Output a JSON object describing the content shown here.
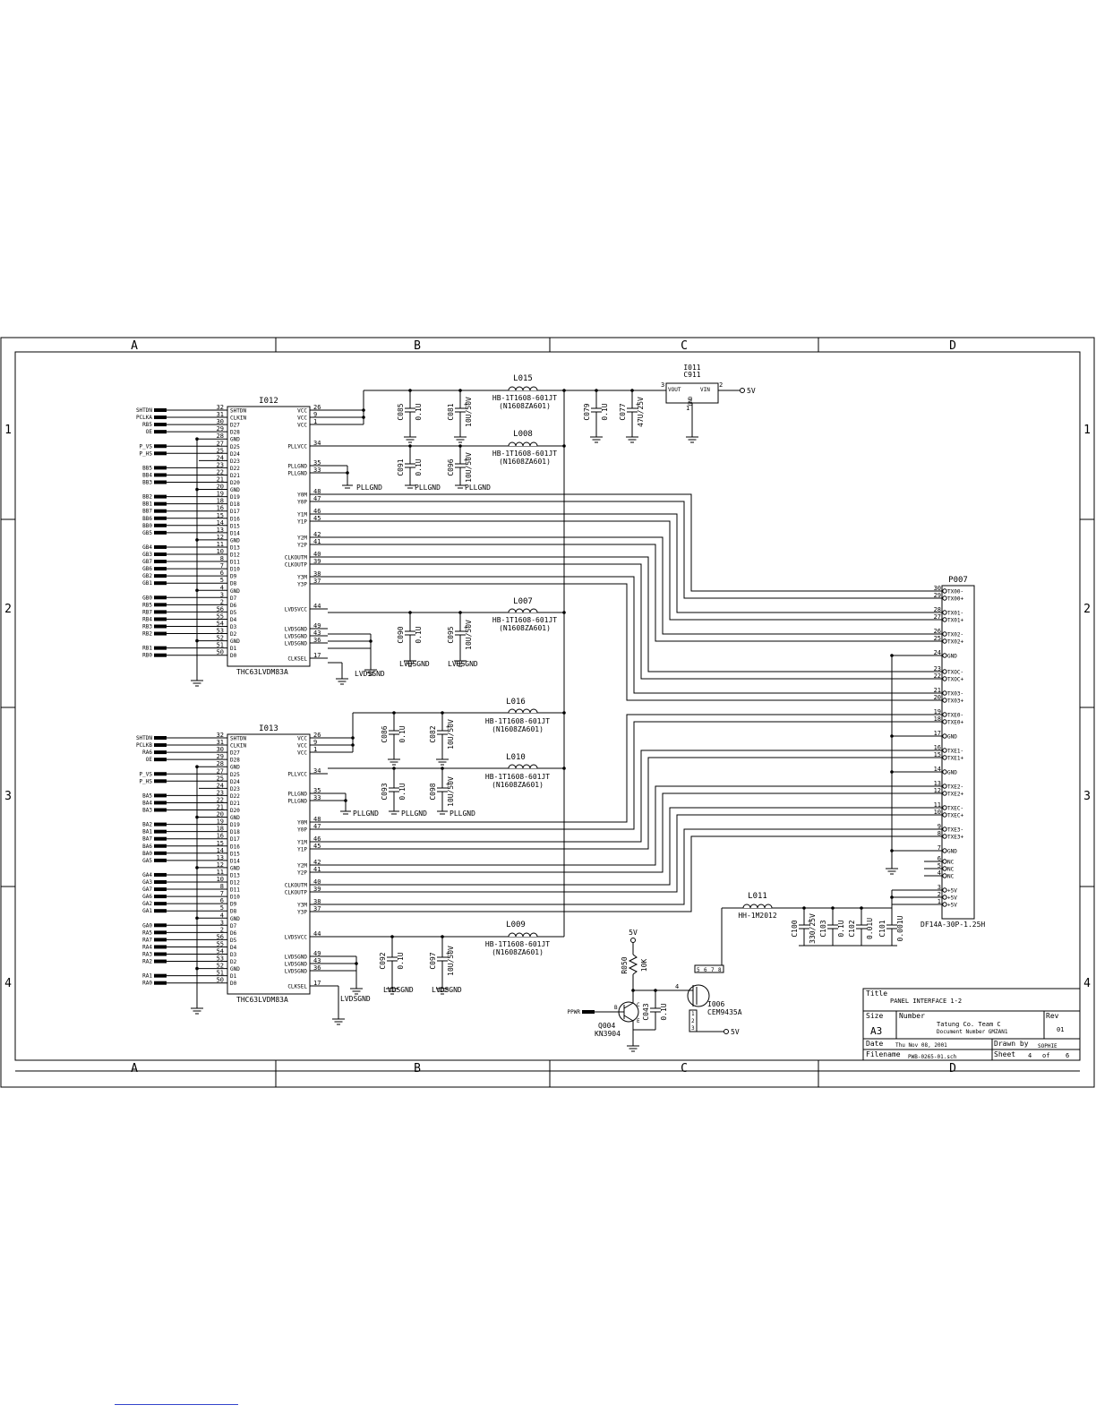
{
  "zones_top": [
    "A",
    "B",
    "C",
    "D"
  ],
  "zones_side": [
    "1",
    "2",
    "3",
    "4"
  ],
  "u1": {
    "ref": "I012",
    "part": "THC63LVDM83A",
    "left_pins": [
      {
        "net": "SHTDN",
        "num": "32",
        "name": "SHTDN"
      },
      {
        "net": "PCLKA",
        "num": "31",
        "name": "CLKIN"
      },
      {
        "net": "RB5",
        "num": "30",
        "name": "D27"
      },
      {
        "net": "OE",
        "num": "29",
        "name": "D28"
      },
      {
        "net": "",
        "num": "28",
        "name": "GND"
      },
      {
        "net": "P_VS",
        "num": "27",
        "name": "D25"
      },
      {
        "net": "P_HS",
        "num": "25",
        "name": "D24"
      },
      {
        "net": "",
        "num": "24",
        "name": "D23"
      },
      {
        "net": "BB5",
        "num": "23",
        "name": "D22"
      },
      {
        "net": "BB4",
        "num": "22",
        "name": "D21"
      },
      {
        "net": "BB3",
        "num": "21",
        "name": "D20"
      },
      {
        "net": "",
        "num": "20",
        "name": "GND"
      },
      {
        "net": "BB2",
        "num": "19",
        "name": "D19"
      },
      {
        "net": "BB1",
        "num": "18",
        "name": "D18"
      },
      {
        "net": "BB7",
        "num": "16",
        "name": "D17"
      },
      {
        "net": "BB6",
        "num": "15",
        "name": "D16"
      },
      {
        "net": "BB0",
        "num": "14",
        "name": "D15"
      },
      {
        "net": "GB5",
        "num": "13",
        "name": "D14"
      },
      {
        "net": "",
        "num": "12",
        "name": "GND"
      },
      {
        "net": "GB4",
        "num": "11",
        "name": "D13"
      },
      {
        "net": "GB3",
        "num": "10",
        "name": "D12"
      },
      {
        "net": "GB7",
        "num": "8",
        "name": "D11"
      },
      {
        "net": "GB6",
        "num": "7",
        "name": "D10"
      },
      {
        "net": "GB2",
        "num": "6",
        "name": "D9"
      },
      {
        "net": "GB1",
        "num": "5",
        "name": "D8"
      },
      {
        "net": "",
        "num": "4",
        "name": "GND"
      },
      {
        "net": "GB0",
        "num": "3",
        "name": "D7"
      },
      {
        "net": "RB5",
        "num": "2",
        "name": "D6"
      },
      {
        "net": "RB7",
        "num": "56",
        "name": "D5"
      },
      {
        "net": "RB4",
        "num": "55",
        "name": "D4"
      },
      {
        "net": "RB3",
        "num": "54",
        "name": "D3"
      },
      {
        "net": "RB2",
        "num": "53",
        "name": "D2"
      },
      {
        "net": "",
        "num": "52",
        "name": "GND"
      },
      {
        "net": "RB1",
        "num": "51",
        "name": "D1"
      },
      {
        "net": "RB0",
        "num": "50",
        "name": "D0"
      }
    ],
    "right_pins": [
      {
        "num": "26",
        "name": "VCC"
      },
      {
        "num": "9",
        "name": "VCC"
      },
      {
        "num": "1",
        "name": "VCC"
      },
      {
        "num": "34",
        "name": "PLLVCC"
      },
      {
        "num": "35",
        "name": "PLLGND"
      },
      {
        "num": "33",
        "name": "PLLGND"
      },
      {
        "num": "48",
        "name": "Y0M"
      },
      {
        "num": "47",
        "name": "Y0P"
      },
      {
        "num": "46",
        "name": "Y1M"
      },
      {
        "num": "45",
        "name": "Y1P"
      },
      {
        "num": "42",
        "name": "Y2M"
      },
      {
        "num": "41",
        "name": "Y2P"
      },
      {
        "num": "40",
        "name": "CLKOUTM"
      },
      {
        "num": "39",
        "name": "CLKOUTP"
      },
      {
        "num": "38",
        "name": "Y3M"
      },
      {
        "num": "37",
        "name": "Y3P"
      },
      {
        "num": "44",
        "name": "LVDSVCC"
      },
      {
        "num": "49",
        "name": "LVDSGND"
      },
      {
        "num": "43",
        "name": "LVDSGND"
      },
      {
        "num": "36",
        "name": "LVDSGND"
      },
      {
        "num": "17",
        "name": "CLKSEL"
      }
    ]
  },
  "u2": {
    "ref": "I013",
    "part": "THC63LVDM83A",
    "left_pins": [
      {
        "net": "SHTDN",
        "num": "32",
        "name": "SHTDN"
      },
      {
        "net": "PCLKB",
        "num": "31",
        "name": "CLKIN"
      },
      {
        "net": "RA6",
        "num": "30",
        "name": "D27"
      },
      {
        "net": "OE",
        "num": "29",
        "name": "D28"
      },
      {
        "net": "",
        "num": "28",
        "name": "GND"
      },
      {
        "net": "P_VS",
        "num": "27",
        "name": "D25"
      },
      {
        "net": "P_HS",
        "num": "25",
        "name": "D24"
      },
      {
        "net": "",
        "num": "24",
        "name": "D23"
      },
      {
        "net": "BA5",
        "num": "23",
        "name": "D22"
      },
      {
        "net": "BA4",
        "num": "22",
        "name": "D21"
      },
      {
        "net": "BA3",
        "num": "21",
        "name": "D20"
      },
      {
        "net": "",
        "num": "20",
        "name": "GND"
      },
      {
        "net": "BA2",
        "num": "19",
        "name": "D19"
      },
      {
        "net": "BA1",
        "num": "18",
        "name": "D18"
      },
      {
        "net": "BA7",
        "num": "16",
        "name": "D17"
      },
      {
        "net": "BA6",
        "num": "15",
        "name": "D16"
      },
      {
        "net": "BA0",
        "num": "14",
        "name": "D15"
      },
      {
        "net": "GA5",
        "num": "13",
        "name": "D14"
      },
      {
        "net": "",
        "num": "12",
        "name": "GND"
      },
      {
        "net": "GA4",
        "num": "11",
        "name": "D13"
      },
      {
        "net": "GA3",
        "num": "10",
        "name": "D12"
      },
      {
        "net": "GA7",
        "num": "8",
        "name": "D11"
      },
      {
        "net": "GA6",
        "num": "7",
        "name": "D10"
      },
      {
        "net": "GA2",
        "num": "6",
        "name": "D9"
      },
      {
        "net": "GA1",
        "num": "5",
        "name": "D8"
      },
      {
        "net": "",
        "num": "4",
        "name": "GND"
      },
      {
        "net": "GA0",
        "num": "3",
        "name": "D7"
      },
      {
        "net": "RA5",
        "num": "2",
        "name": "D6"
      },
      {
        "net": "RA7",
        "num": "56",
        "name": "D5"
      },
      {
        "net": "RA4",
        "num": "55",
        "name": "D4"
      },
      {
        "net": "RA3",
        "num": "54",
        "name": "D3"
      },
      {
        "net": "RA2",
        "num": "53",
        "name": "D2"
      },
      {
        "net": "",
        "num": "52",
        "name": "GND"
      },
      {
        "net": "RA1",
        "num": "51",
        "name": "D1"
      },
      {
        "net": "RA0",
        "num": "50",
        "name": "D0"
      }
    ],
    "right_pins": [
      {
        "num": "26",
        "name": "VCC"
      },
      {
        "num": "9",
        "name": "VCC"
      },
      {
        "num": "1",
        "name": "VCC"
      },
      {
        "num": "34",
        "name": "PLLVCC"
      },
      {
        "num": "35",
        "name": "PLLGND"
      },
      {
        "num": "33",
        "name": "PLLGND"
      },
      {
        "num": "48",
        "name": "Y0M"
      },
      {
        "num": "47",
        "name": "Y0P"
      },
      {
        "num": "46",
        "name": "Y1M"
      },
      {
        "num": "45",
        "name": "Y1P"
      },
      {
        "num": "42",
        "name": "Y2M"
      },
      {
        "num": "41",
        "name": "Y2P"
      },
      {
        "num": "40",
        "name": "CLKOUTM"
      },
      {
        "num": "39",
        "name": "CLKOUTP"
      },
      {
        "num": "38",
        "name": "Y3M"
      },
      {
        "num": "37",
        "name": "Y3P"
      },
      {
        "num": "44",
        "name": "LVDSVCC"
      },
      {
        "num": "49",
        "name": "LVDSGND"
      },
      {
        "num": "43",
        "name": "LVDSGND"
      },
      {
        "num": "36",
        "name": "LVDSGND"
      },
      {
        "num": "17",
        "name": "CLKSEL"
      }
    ]
  },
  "connector": {
    "ref": "P007",
    "part": "DF14A-30P-1.25H",
    "pins": [
      {
        "num": "30",
        "name": "TX00-"
      },
      {
        "num": "29",
        "name": "TX00+"
      },
      {
        "num": "28",
        "name": "TX01-"
      },
      {
        "num": "27",
        "name": "TX01+"
      },
      {
        "num": "26",
        "name": "TX02-"
      },
      {
        "num": "25",
        "name": "TX02+"
      },
      {
        "num": "24",
        "name": "GND"
      },
      {
        "num": "23",
        "name": "TXOC-"
      },
      {
        "num": "22",
        "name": "TXOC+"
      },
      {
        "num": "21",
        "name": "TX03-"
      },
      {
        "num": "20",
        "name": "TX03+"
      },
      {
        "num": "19",
        "name": "TXE0-"
      },
      {
        "num": "18",
        "name": "TXE0+"
      },
      {
        "num": "17",
        "name": "GND"
      },
      {
        "num": "16",
        "name": "TXE1-"
      },
      {
        "num": "15",
        "name": "TXE1+"
      },
      {
        "num": "14",
        "name": "GND"
      },
      {
        "num": "13",
        "name": "TXE2-"
      },
      {
        "num": "12",
        "name": "TXE2+"
      },
      {
        "num": "11",
        "name": "TXEC-"
      },
      {
        "num": "10",
        "name": "TXEC+"
      },
      {
        "num": "9",
        "name": "TXE3-"
      },
      {
        "num": "8",
        "name": "TXE3+"
      },
      {
        "num": "7",
        "name": "GND"
      },
      {
        "num": "6",
        "name": "NC"
      },
      {
        "num": "5",
        "name": "NC"
      },
      {
        "num": "4",
        "name": "NC"
      },
      {
        "num": "3",
        "name": "+5V"
      },
      {
        "num": "2",
        "name": "+5V"
      },
      {
        "num": "1",
        "name": "+5V"
      }
    ]
  },
  "inductors": [
    {
      "ref": "L015",
      "value": "HB-1T1608-601JT",
      "alt": "(N1608ZA601)"
    },
    {
      "ref": "L008",
      "value": "HB-1T1608-601JT",
      "alt": "(N1608ZA601)"
    },
    {
      "ref": "L007",
      "value": "HB-1T1608-601JT",
      "alt": "(N1608ZA601)"
    },
    {
      "ref": "L016",
      "value": "HB-1T1608-601JT",
      "alt": "(N1608ZA601)"
    },
    {
      "ref": "L010",
      "value": "HB-1T1608-601JT",
      "alt": "(N1608ZA601)"
    },
    {
      "ref": "L009",
      "value": "HB-1T1608-601JT",
      "alt": "(N1608ZA601)"
    },
    {
      "ref": "L011",
      "value": "HH-1M2012",
      "alt": ""
    }
  ],
  "capacitors": [
    {
      "ref": "C085",
      "value": "0.1U"
    },
    {
      "ref": "C081",
      "value": "10U/50V"
    },
    {
      "ref": "C079",
      "value": "0.1U"
    },
    {
      "ref": "C077",
      "value": "47U/25V"
    },
    {
      "ref": "C091",
      "value": "0.1U"
    },
    {
      "ref": "C096",
      "value": "10U/50V"
    },
    {
      "ref": "C090",
      "value": "0.1U"
    },
    {
      "ref": "C095",
      "value": "10U/50V"
    },
    {
      "ref": "C086",
      "value": "0.1U"
    },
    {
      "ref": "C082",
      "value": "10U/50V"
    },
    {
      "ref": "C093",
      "value": "0.1U"
    },
    {
      "ref": "C098",
      "value": "10U/50V"
    },
    {
      "ref": "C092",
      "value": "0.1U"
    },
    {
      "ref": "C097",
      "value": "10U/50V"
    },
    {
      "ref": "C100",
      "value": "330/25V"
    },
    {
      "ref": "C103",
      "value": "0.1U"
    },
    {
      "ref": "C102",
      "value": "0.01U"
    },
    {
      "ref": "C101",
      "value": "0.001U"
    },
    {
      "ref": "C043",
      "value": "0.1U"
    }
  ],
  "regulator": {
    "ref": "I011",
    "part": "C911",
    "vout": "VOUT",
    "vin": "VIN",
    "gnd": "GND",
    "pin_out": "3",
    "pin_in": "2",
    "pin_gnd": "1",
    "supply": "5V"
  },
  "nets": {
    "pllgnd": "PLLGND",
    "lvdsgnd": "LVDSGND",
    "v5": "5V",
    "p5v": "5V",
    "ppwr": "PPWR"
  },
  "transistor": {
    "ref": "Q004",
    "part": "KN3904",
    "pin_b": "B",
    "pin_c": "C",
    "pin_e": "E"
  },
  "resistor": {
    "ref": "R050",
    "value": "10K"
  },
  "mosfet": {
    "ref": "I006",
    "part": "CEM9435A",
    "pin4": "4",
    "pins_d": [
      "5",
      "6",
      "7",
      "8"
    ],
    "pins_s": [
      "1",
      "2",
      "3"
    ]
  },
  "title_block": {
    "title_label": "Title",
    "title": "PANEL INTERFACE 1-2",
    "size_label": "Size",
    "size": "A3",
    "number_label": "Number",
    "company": "Tatung Co. Team C",
    "document": "Document Number GMZAN1",
    "rev_label": "Rev",
    "rev": "01",
    "date_label": "Date",
    "date": "Thu Nov 08, 2001",
    "drawn_label": "Drawn by",
    "drawn": "SOPHIE",
    "filename_label": "Filename",
    "filename": "PWB-0265-01.sch",
    "sheet_label": "Sheet",
    "sheet": "4",
    "of_label": "of",
    "sheets": "6"
  }
}
